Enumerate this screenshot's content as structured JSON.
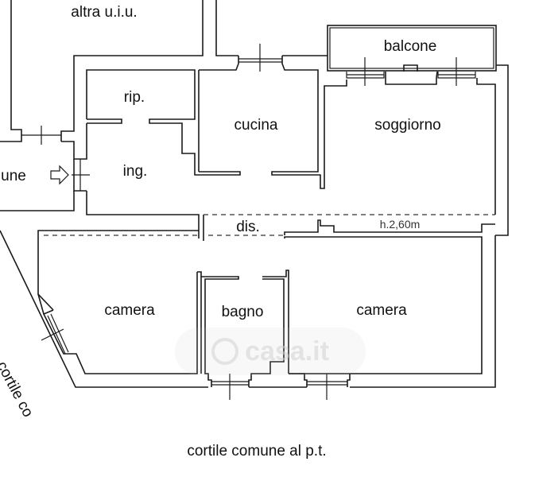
{
  "floorplan": {
    "rooms": {
      "altra_uiu": "altra u.i.u.",
      "balcone": "balcone",
      "rip": "rip.",
      "cucina": "cucina",
      "soggiorno": "soggiorno",
      "ingresso": "ing.",
      "comune_left": "une",
      "disimpegno": "dis.",
      "ceiling_height": "h.2,60m",
      "camera_left": "camera",
      "bagno": "bagno",
      "camera_right": "camera",
      "cortile_side": "cortile co",
      "cortile_bottom": "cortile comune al p.t."
    },
    "entrance_icon": "arrow-right-outline-icon",
    "watermark": {
      "text": "casa.it",
      "icon": "house-circle-icon"
    },
    "colors": {
      "line": "#1a1a1a",
      "background": "#ffffff"
    }
  }
}
